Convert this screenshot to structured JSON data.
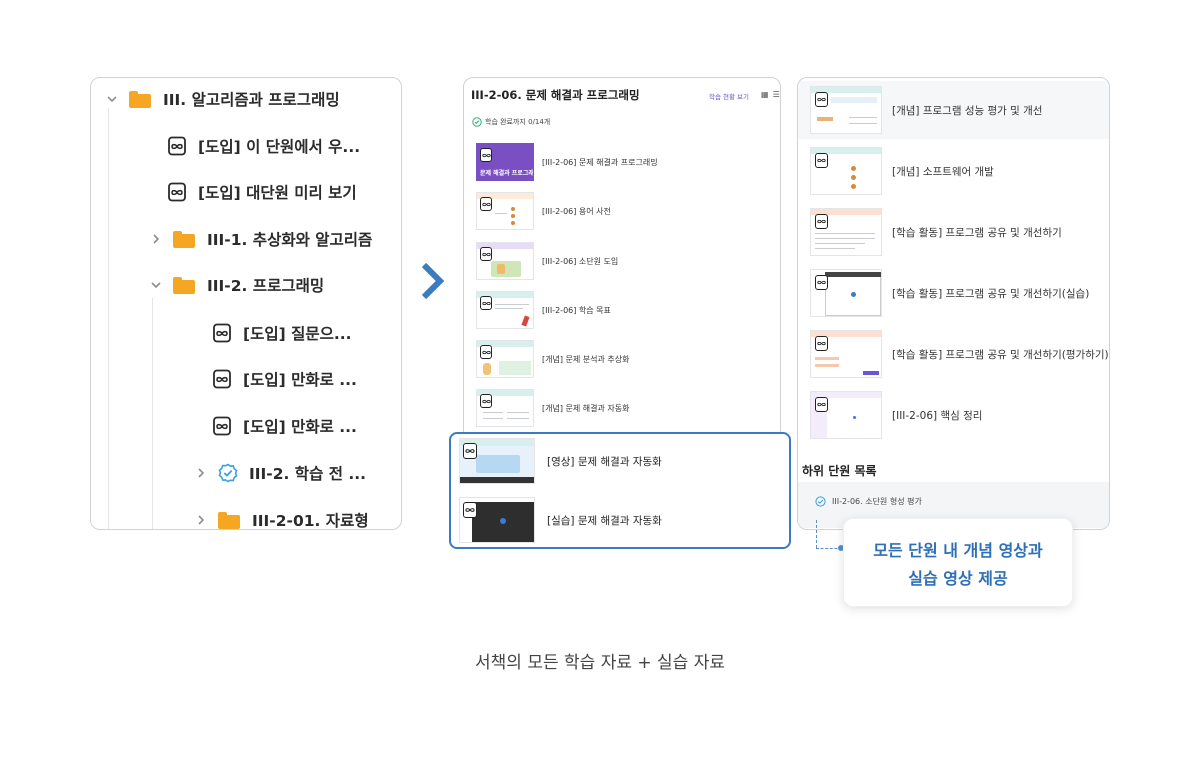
{
  "tree": {
    "items": [
      {
        "label": "III. 알고리즘과 프로그래밍",
        "type": "folder",
        "chevron": "down"
      },
      {
        "label": "[도입] 이 단원에서 우...",
        "type": "doc"
      },
      {
        "label": "[도입] 대단원 미리 보기",
        "type": "doc"
      },
      {
        "label": "III-1. 추상화와 알고리즘",
        "type": "folder",
        "chevron": "right"
      },
      {
        "label": "III-2. 프로그래밍",
        "type": "folder",
        "chevron": "down"
      },
      {
        "label": "[도입] 질문으...",
        "type": "doc"
      },
      {
        "label": "[도입] 만화로 ...",
        "type": "doc"
      },
      {
        "label": "[도입] 만화로 ...",
        "type": "doc"
      },
      {
        "label": "III-2. 학습 전 ...",
        "type": "check",
        "chevron": "right"
      },
      {
        "label": "III-2-01. 자료형",
        "type": "folder",
        "chevron": "right"
      }
    ]
  },
  "middle": {
    "title": "III-2-06. 문제 해결과 프로그래밍",
    "status_link": "학습 현황 보기",
    "progress": "학습 완료까지 0/14개",
    "lessons": [
      {
        "label": "[III-2-06] 문제 해결과 프로그래밍",
        "thumb_title": "문제 해결과 프로그래밍"
      },
      {
        "label": "[III-2-06] 용어 사전"
      },
      {
        "label": "[III-2-06] 소단원 도입"
      },
      {
        "label": "[III-2-06] 학습 목표"
      },
      {
        "label": "[개념] 문제 분석과 추상화"
      },
      {
        "label": "[개념] 문제 해결과 자동화"
      }
    ],
    "highlighted": [
      {
        "label": "[영상] 문제 해결과 자동화"
      },
      {
        "label": "[실습] 문제 해결과 자동화"
      }
    ]
  },
  "right": {
    "items": [
      {
        "label": "[개념] 프로그램 성능 평가 및 개선"
      },
      {
        "label": "[개념] 소프트웨어 개발"
      },
      {
        "label": "[학습 활동] 프로그램 공유 및 개선하기"
      },
      {
        "label": "[학습 활동] 프로그램 공유 및 개선하기(실습)"
      },
      {
        "label": "[학습 활동] 프로그램 공유 및 개선하기(평가하기)"
      },
      {
        "label": "[III-2-06] 핵심 정리"
      }
    ],
    "section_title": "하위 단원 목록",
    "sub_item": "III-2-06. 소단원 형성 평가"
  },
  "callout": {
    "line1": "모든 단원 내 개념 영상과",
    "line2": "실습 영상 제공"
  },
  "caption": "서책의 모든 학습 자료 + 실습 자료",
  "colors": {
    "accent": "#3b7bbf",
    "folder": "#f5a623",
    "check": "#3aa0e0",
    "purple": "#7b4fc4"
  }
}
